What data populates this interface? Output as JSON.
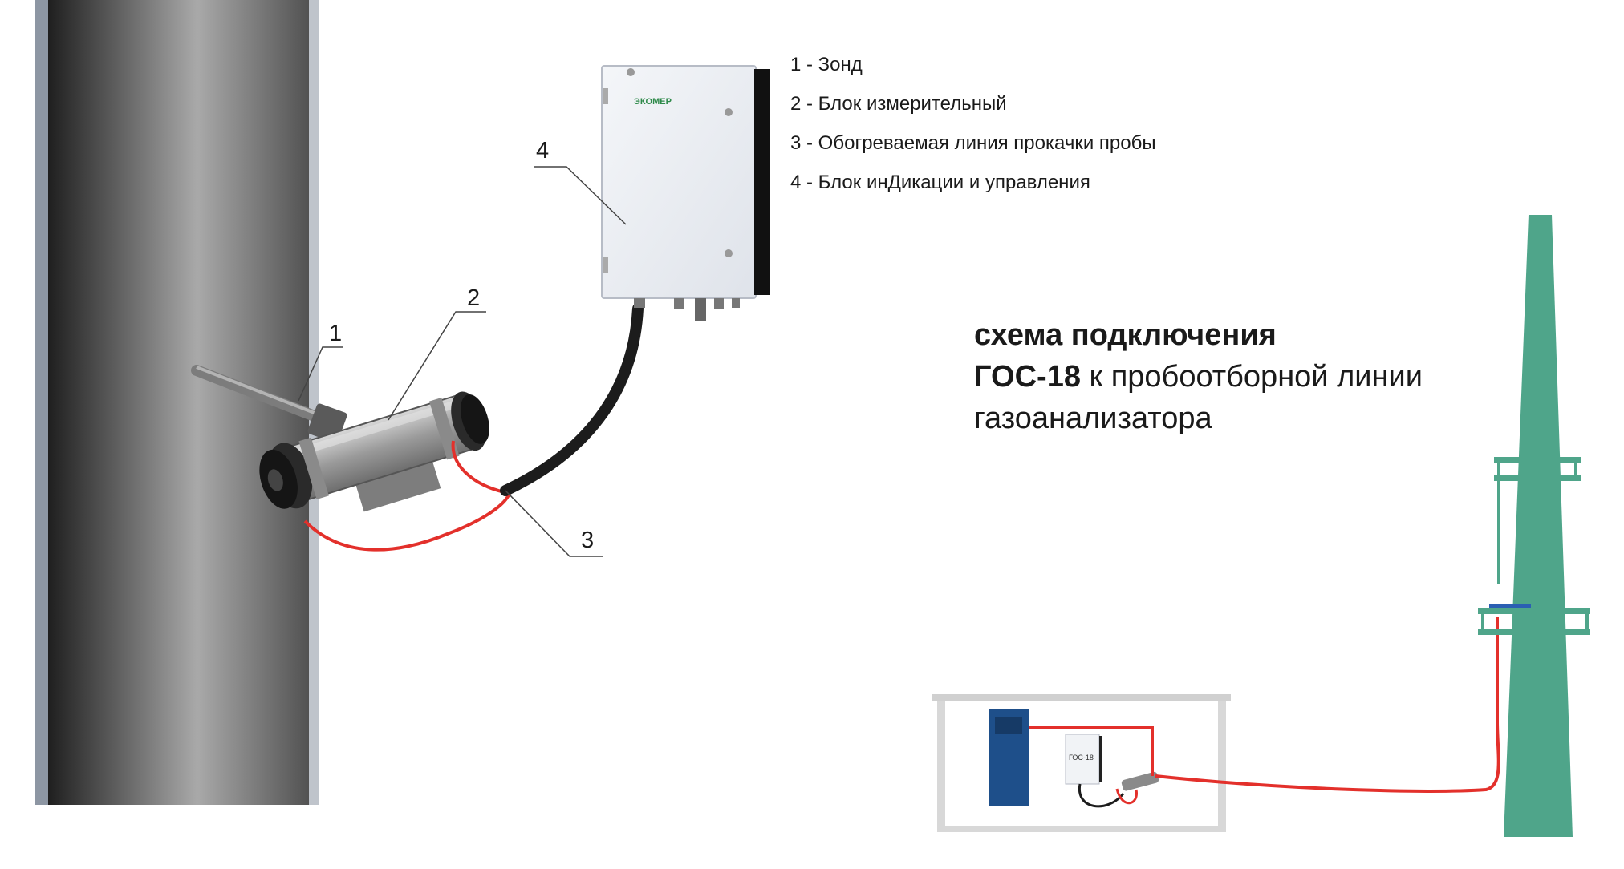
{
  "legend": [
    {
      "num": "1",
      "text": "1 - Зонд"
    },
    {
      "num": "2",
      "text": "2 - Блок измерительный"
    },
    {
      "num": "3",
      "text": "3 - Обогреваемая линия прокачки пробы"
    },
    {
      "num": "4",
      "text": "4 - Блок инДикации и управления"
    }
  ],
  "callouts": {
    "c1": "1",
    "c2": "2",
    "c3": "3",
    "c4": "4"
  },
  "title": {
    "line1": "схема подключения",
    "line2_bold": "ГОС-18",
    "line2_rest": " к пробоотборной линии",
    "line3": "газоанализатора"
  },
  "device_labels": {
    "brand": "ЭКОМЕР",
    "small_box": "ГОС-18"
  },
  "colors": {
    "chimney": "#4fa58a",
    "heated_line": "#e3302b",
    "hose": "#1c1c1c",
    "cabinet_blue": "#1e4f8a",
    "pipe_dark": "#2e2e2e"
  }
}
